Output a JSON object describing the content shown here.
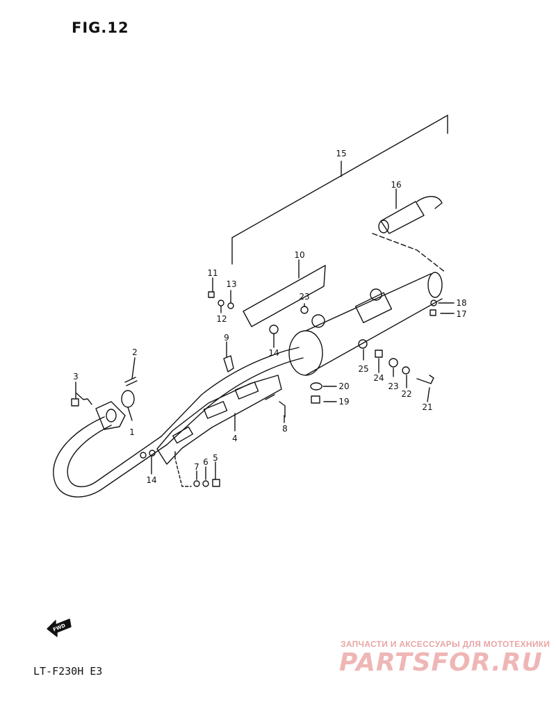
{
  "figure": {
    "title": "FIG.12",
    "model": "LT-F230H E3"
  },
  "fwd_badge": "FWD",
  "watermark": {
    "tagline": "ЗАПЧАСТИ И АКСЕССУАРЫ ДЛЯ МОТОТЕХНИКИ",
    "brand": "PARTSFOR.RU"
  },
  "callouts": [
    {
      "id": "c1",
      "text": "1"
    },
    {
      "id": "c2",
      "text": "2"
    },
    {
      "id": "c3",
      "text": "3"
    },
    {
      "id": "c4",
      "text": "4"
    },
    {
      "id": "c5",
      "text": "5"
    },
    {
      "id": "c6",
      "text": "6"
    },
    {
      "id": "c7",
      "text": "7"
    },
    {
      "id": "c8",
      "text": "8"
    },
    {
      "id": "c9",
      "text": "9"
    },
    {
      "id": "c10",
      "text": "10"
    },
    {
      "id": "c11",
      "text": "11"
    },
    {
      "id": "c12",
      "text": "12"
    },
    {
      "id": "c13",
      "text": "13"
    },
    {
      "id": "c14a",
      "text": "14"
    },
    {
      "id": "c14b",
      "text": "14"
    },
    {
      "id": "c15",
      "text": "15"
    },
    {
      "id": "c16",
      "text": "16"
    },
    {
      "id": "c17",
      "text": "17"
    },
    {
      "id": "c18",
      "text": "18"
    },
    {
      "id": "c19",
      "text": "19"
    },
    {
      "id": "c20",
      "text": "20"
    },
    {
      "id": "c21",
      "text": "21"
    },
    {
      "id": "c22",
      "text": "22"
    },
    {
      "id": "c23a",
      "text": "23"
    },
    {
      "id": "c23b",
      "text": "23"
    },
    {
      "id": "c24",
      "text": "24"
    },
    {
      "id": "c25",
      "text": "25"
    }
  ]
}
